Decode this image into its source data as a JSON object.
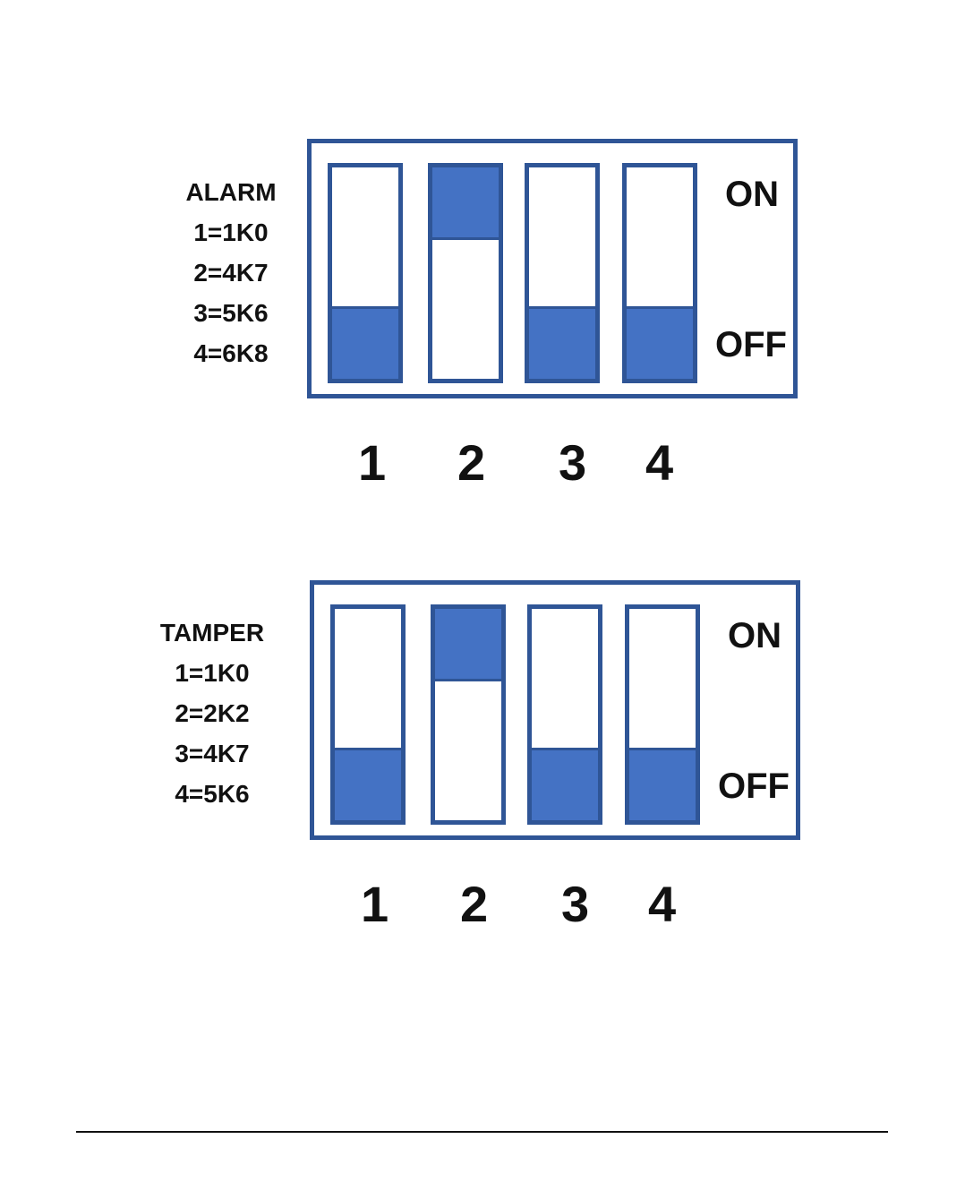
{
  "alarm": {
    "title": "ALARM",
    "options": [
      "1=1K0",
      "2=4K7",
      "3=5K6",
      "4=6K8"
    ],
    "on_label": "ON",
    "off_label": "OFF",
    "switches": [
      {
        "number": "1",
        "state": "off"
      },
      {
        "number": "2",
        "state": "on"
      },
      {
        "number": "3",
        "state": "off"
      },
      {
        "number": "4",
        "state": "off"
      }
    ]
  },
  "tamper": {
    "title": "TAMPER",
    "options": [
      "1=1K0",
      "2=2K2",
      "3=4K7",
      "4=5K6"
    ],
    "on_label": "ON",
    "off_label": "OFF",
    "switches": [
      {
        "number": "1",
        "state": "off"
      },
      {
        "number": "2",
        "state": "on"
      },
      {
        "number": "3",
        "state": "off"
      },
      {
        "number": "4",
        "state": "off"
      }
    ]
  },
  "colors": {
    "switch_fill": "#4472c4",
    "switch_border": "#2f5596"
  }
}
